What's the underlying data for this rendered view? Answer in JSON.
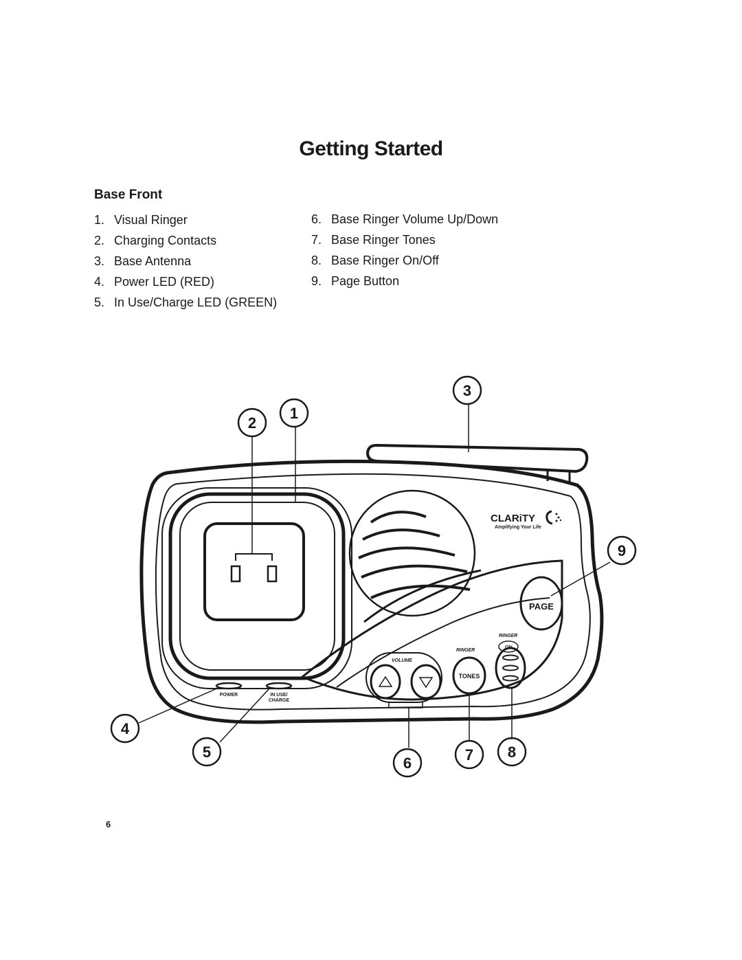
{
  "title": "Getting Started",
  "section_heading": "Base Front",
  "left_items": [
    {
      "num": "1.",
      "label": "Visual Ringer"
    },
    {
      "num": "2.",
      "label": "Charging Contacts"
    },
    {
      "num": "3.",
      "label": "Base Antenna"
    },
    {
      "num": "4.",
      "label": "Power LED (RED)"
    },
    {
      "num": "5.",
      "label": "In Use/Charge LED (GREEN)"
    }
  ],
  "right_items": [
    {
      "num": "6.",
      "label": "Base Ringer Volume Up/Down"
    },
    {
      "num": "7.",
      "label": "Base Ringer Tones"
    },
    {
      "num": "8.",
      "label": "Base Ringer On/Off"
    },
    {
      "num": "9.",
      "label": "Page Button"
    }
  ],
  "diagram": {
    "callouts": [
      "1",
      "2",
      "3",
      "4",
      "5",
      "6",
      "7",
      "8",
      "9"
    ],
    "logo_text": "CLARiTY",
    "logo_tagline": "Amplifying Your Life",
    "page_button": "PAGE",
    "tones_button": "TONES",
    "ringer_label": "RINGER",
    "ringer_on_label": "RINGER",
    "on_label": "ON",
    "volume_label": "VOLUME",
    "power_label": "POWER",
    "inuse_label_1": "IN USE/",
    "inuse_label_2": "CHARGE",
    "up_symbol": "△",
    "down_symbol": "▽"
  },
  "page_number": "6"
}
